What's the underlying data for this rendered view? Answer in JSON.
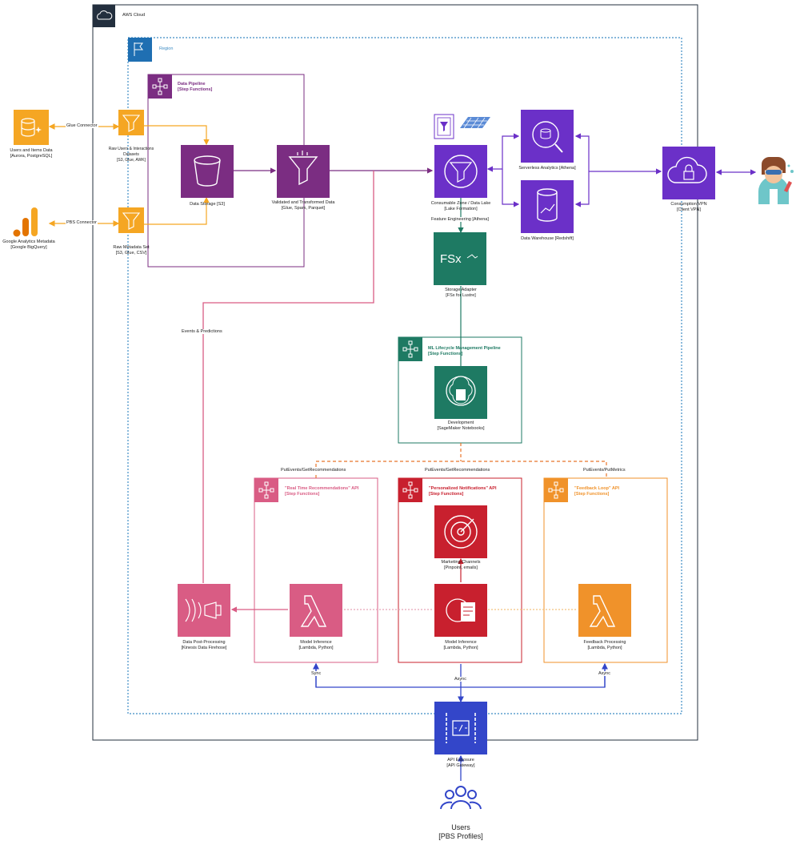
{
  "cloud": {
    "title": "AWS Cloud"
  },
  "region": {
    "title": "Region"
  },
  "groups": {
    "data_pipeline": "Data Pipeline\n[Step Functions]",
    "ml_pipeline": "ML Lifecycle Management Pipeline\n[Step Functions]",
    "rt_api": "\"Real Time Recommendations\" API\n[Step Functions]",
    "pn_api": "\"Personalized Notifications\" API\n[Step Functions]",
    "fb_api": "\"Feedback Loop\" API\n[Step Functions]"
  },
  "nodes": {
    "users_items": "Users and Items Data\n[Aurora, PostgreSQL]",
    "google_analytics": "Google Analytics Metadata\n[Google BigQuery]",
    "raw_users": "Raw Users & Interactions Datasets\n[S3, Glue, AWK]",
    "raw_metadata": "Raw Metadata Set\n[S3, Glue, CSV]",
    "data_storage": "Data Storage [S3]",
    "validated": "Validated and Transformed Data\n[Glue, Spark, Parquet]",
    "consumable": "Consumable Zone / Data Lake\n[Lake Formation]",
    "serverless": "Serverless Analytics [Athena]",
    "warehouse": "Data Warehouse [Redshift]",
    "consumption_vpn": "Consumption VPN\n[Client VPN]",
    "storage_adapter": "Storage Adapter\n[FSx for Lustre]",
    "development": "Development\n[SageMaker Notebooks]",
    "marketing": "Marketing Channels\n[Pinpoint, emails]",
    "model_inf_rt": "Model Inference\n[Lambda, Python]",
    "model_inf_pn": "Model Inference\n[Lambda, Python]",
    "feedback": "Feedback Processing\n[Lambda, Python]",
    "post_processing": "Data Post-Processing\n[Kinesis Data Firehose]",
    "api_exposure": "API Exposure\n[API Gateway]",
    "users": "Users\n[PBS Profiles]",
    "fsx_logo": "FSx"
  },
  "edges": {
    "glue_connector": "Glue Connector",
    "pbs_connector": "PBS Connector",
    "feature_engineering": "Feature Engineering [Athena]",
    "events_predictions": "Events & Predictions",
    "put_get_1": "PutEvents/GetRecommendations",
    "put_get_2": "PutEvents/GetRecommendations",
    "put_metrics": "PutEvents/PutMetrics",
    "sync": "Sync",
    "async_1": "Async",
    "async_2": "Async"
  },
  "colors": {
    "analytics_purple": "#6b30c8",
    "pipeline_purple": "#7b2d82",
    "orange": "#f5a623",
    "ml_green": "#1e7a63",
    "pink": "#d95c84",
    "red": "#c8202e",
    "feedback_orange": "#f0922a",
    "region_blue": "#3e8cc4",
    "gateway_blue": "#3346c9"
  }
}
